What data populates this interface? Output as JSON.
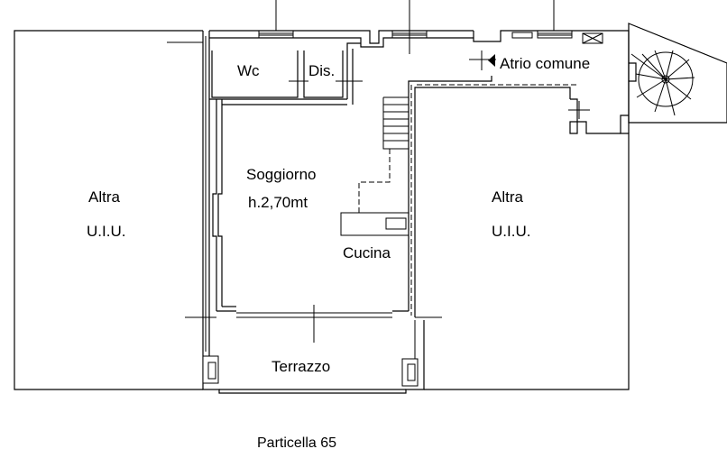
{
  "labels": {
    "left_unit_line1": "Altra",
    "left_unit_line2": "U.I.U.",
    "right_unit_line1": "Altra",
    "right_unit_line2": "U.I.U.",
    "wc": "Wc",
    "dis": "Dis.",
    "atrio": "Atrio comune",
    "soggiorno": "Soggiorno",
    "height": "h.2,70mt",
    "cucina": "Cucina",
    "terrazzo": "Terrazzo",
    "particella": "Particella 65"
  },
  "colors": {
    "line": "#000000",
    "background": "#ffffff"
  }
}
